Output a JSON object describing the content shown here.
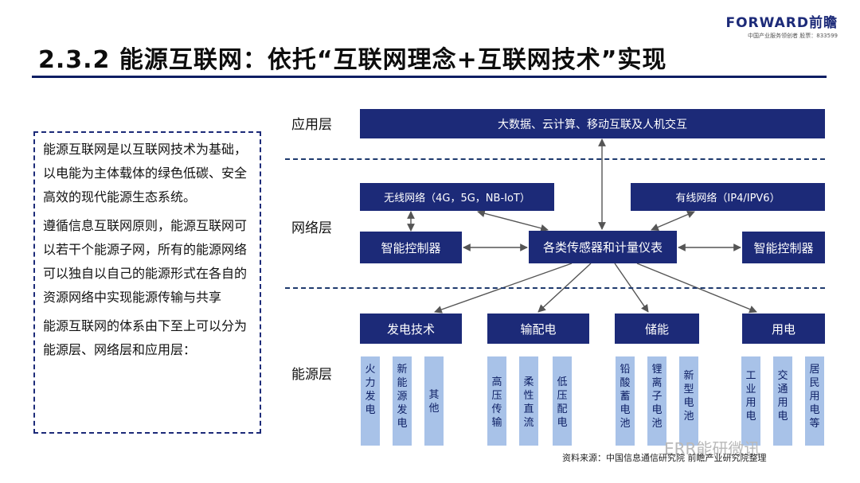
{
  "header": {
    "title": "2.3.2 能源互联网：依托“互联网理念+互联网技术”实现",
    "logo": "FORWARD前瞻",
    "logo_sub": "中国产业服务领创者  股票：833599"
  },
  "description": [
    "能源互联网是以互联网技术为基础，以电能为主体载体的绿色低碳、安全高效的现代能源生态系统。",
    "遵循信息互联网原则，能源互联网可以若干个能源子网，所有的能源网络可以独自以自己的能源形式在各自的资源网络中实现能源传输与共享",
    "能源互联网的体系由下至上可以分为能源层、网络层和应用层："
  ],
  "layers": {
    "application": "应用层",
    "network": "网络层",
    "energy": "能源层"
  },
  "application_box": "大数据、云计算、移动互联及人机交互",
  "network_boxes": {
    "wireless": "无线网络（4G，5G，NB-IoT）",
    "wired": "有线网络（IP4/IPV6）",
    "controller_left": "智能控制器",
    "sensors": "各类传感器和计量仪表",
    "controller_right": "智能控制器"
  },
  "energy_categories": [
    "发电技术",
    "输配电",
    "储能",
    "用电"
  ],
  "energy_items": [
    [
      "火力发电",
      "新能源发电",
      "其他"
    ],
    [
      "高压传输",
      "柔性直流",
      "低压配电"
    ],
    [
      "铅酸蓄电池",
      "锂离子电池",
      "新型电池"
    ],
    [
      "工业用电",
      "交通用电",
      "居民用电等"
    ]
  ],
  "source": "资料来源：中国信息通信研究院 前瞻产业研究院整理",
  "watermark": "ERR能研微讯",
  "colors": {
    "dark_blue": "#1c2a78",
    "light_blue": "#a8c2e8"
  }
}
